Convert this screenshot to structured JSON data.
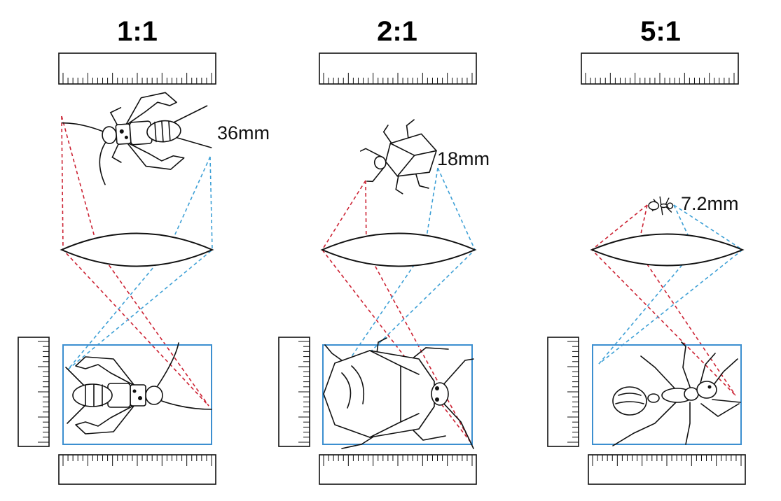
{
  "panels": [
    {
      "title": "1:1",
      "object_size": "36mm",
      "subject": "cricket"
    },
    {
      "title": "2:1",
      "object_size": "18mm",
      "subject": "stink-bug"
    },
    {
      "title": "5:1",
      "object_size": "7.2mm",
      "subject": "ant"
    }
  ],
  "colors": {
    "frame": "#3c8fd0",
    "ray_red": "#cc2233",
    "ray_blue": "#3ea0d6",
    "ink": "#111111"
  },
  "icons": [
    "cricket-icon",
    "stink-bug-icon",
    "ant-icon",
    "lens-icon",
    "ruler-icon"
  ]
}
